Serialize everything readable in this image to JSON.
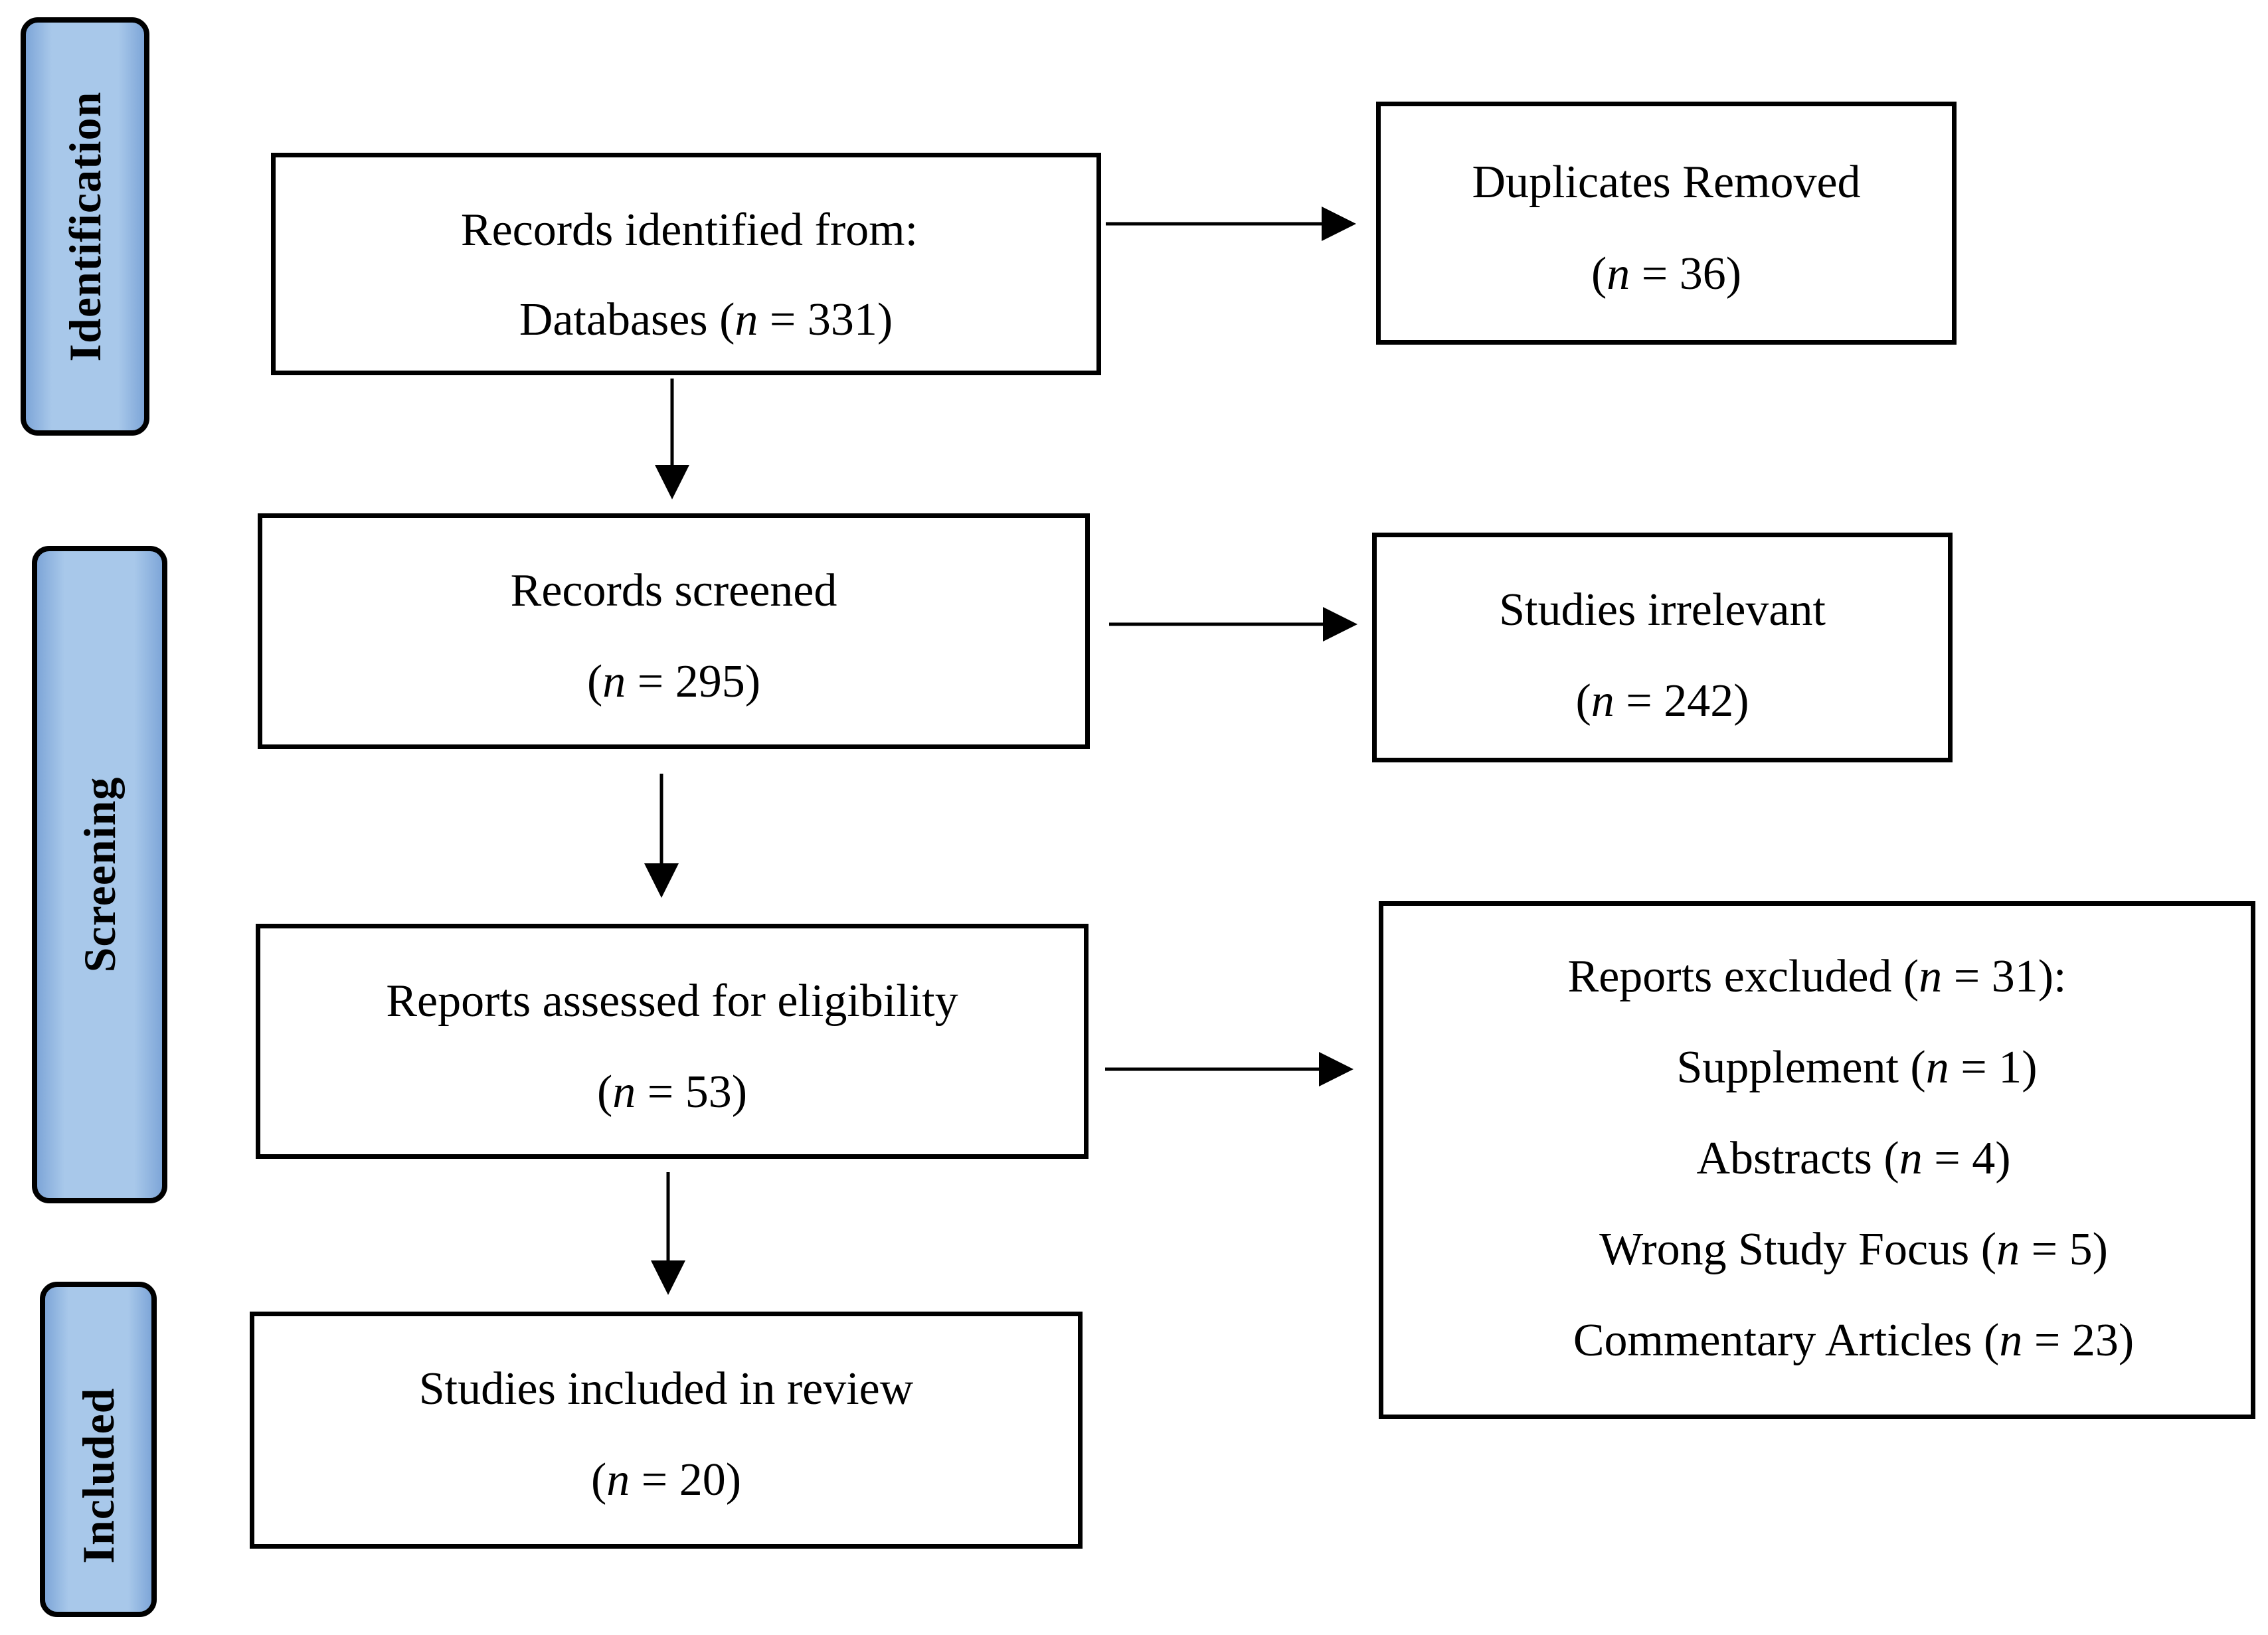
{
  "phases": {
    "identification": "Identification",
    "screening": "Screening",
    "included": "Included"
  },
  "boxes": {
    "records_identified": {
      "line1": "Records identified from:",
      "line2_prefix": "Databases (",
      "n": "331"
    },
    "duplicates_removed": {
      "line1": "Duplicates Removed",
      "n": "36"
    },
    "records_screened": {
      "line1": "Records screened",
      "n": "295"
    },
    "studies_irrelevant": {
      "line1": "Studies irrelevant",
      "n": "242"
    },
    "reports_assessed": {
      "line1": "Reports assessed for eligibility",
      "n": "53"
    },
    "reports_excluded": {
      "line1_prefix": "Reports excluded (",
      "n": "31",
      "line1_suffix": "):",
      "reasons": [
        {
          "label": "Supplement (",
          "n": "1"
        },
        {
          "label": "Abstracts (",
          "n": "4"
        },
        {
          "label": "Wrong Study Focus (",
          "n": "5"
        },
        {
          "label": "Commentary Articles (",
          "n": "23"
        }
      ]
    },
    "studies_included": {
      "line1": "Studies included in review",
      "n": "20"
    }
  }
}
